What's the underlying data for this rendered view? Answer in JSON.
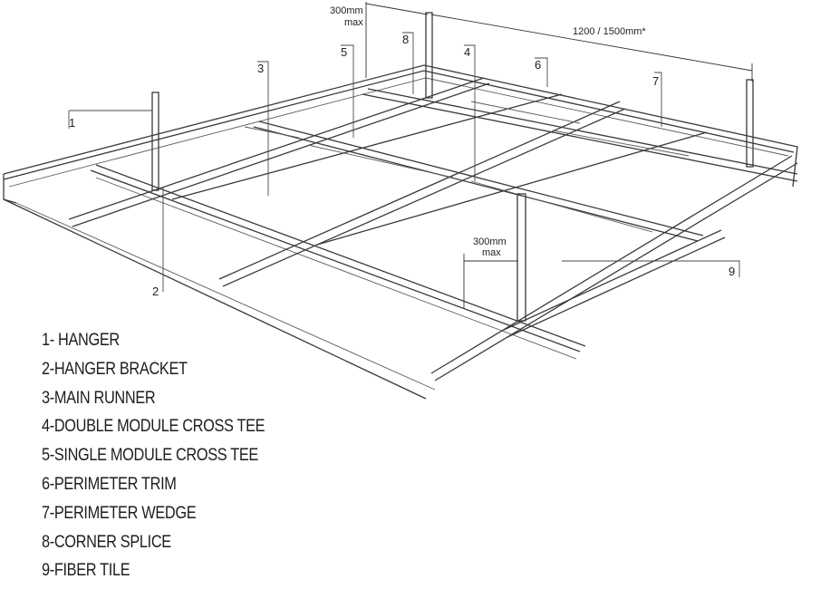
{
  "dimensions": {
    "hanger_spacing_top_line1": "300mm",
    "hanger_spacing_top_line2": "max",
    "hanger_spacing_mid_line1": "300mm",
    "hanger_spacing_mid_line2": "max",
    "module_span": "1200 / 1500mm*"
  },
  "callouts": [
    "1",
    "2",
    "3",
    "4",
    "5",
    "6",
    "7",
    "8",
    "9"
  ],
  "legend": [
    "1- HANGER",
    "2-HANGER BRACKET",
    "3-MAIN RUNNER",
    "4-DOUBLE MODULE CROSS TEE",
    "5-SINGLE MODULE CROSS TEE",
    "6-PERIMETER TRIM",
    "7-PERIMETER WEDGE",
    "8-CORNER SPLICE",
    "9-FIBER TILE"
  ],
  "colors": {
    "line": "#3a3a3a",
    "text": "#222222",
    "background": "#ffffff"
  }
}
